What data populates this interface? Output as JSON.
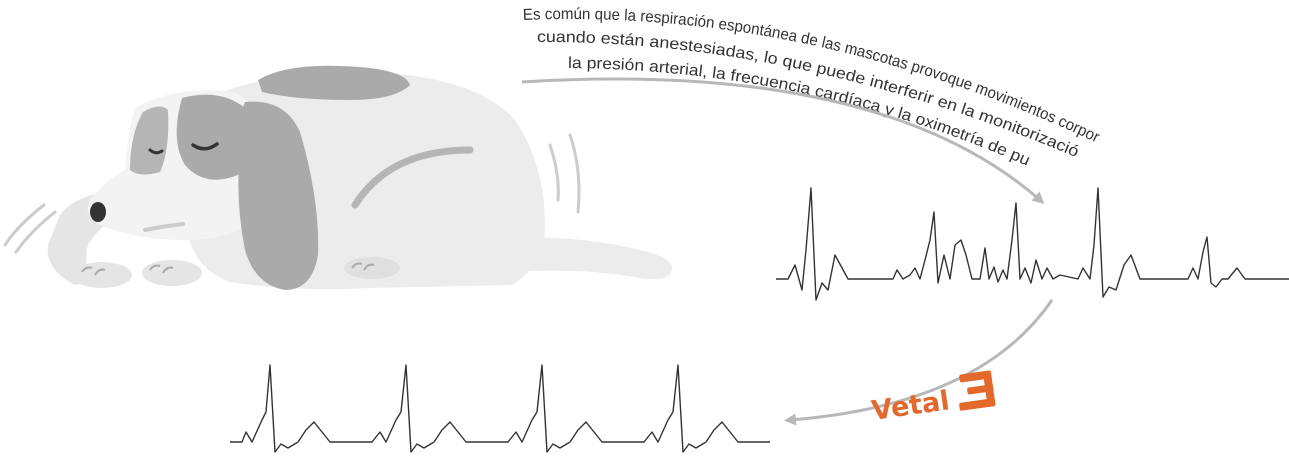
{
  "caption": {
    "lines": [
      "Es común que la respiración espontánea de las mascotas provoque movimientos corporales",
      "cuando están anestesiadas, lo que puede interferir en la monitorización de",
      "la presión arterial, la frecuencia cardíaca y la oximetría de pulso."
    ]
  },
  "brand": {
    "name": "Vetal",
    "color": "#e2682c"
  },
  "colors": {
    "dog_light": "#ececec",
    "dog_mid": "#aaaaaa",
    "dog_dark": "#333333",
    "arrow": "#b8b8b8",
    "ecg": "#333333"
  },
  "icons": {
    "dog": "sleeping-dog-illustration",
    "brand_logo": "vetal-logo-icon"
  }
}
